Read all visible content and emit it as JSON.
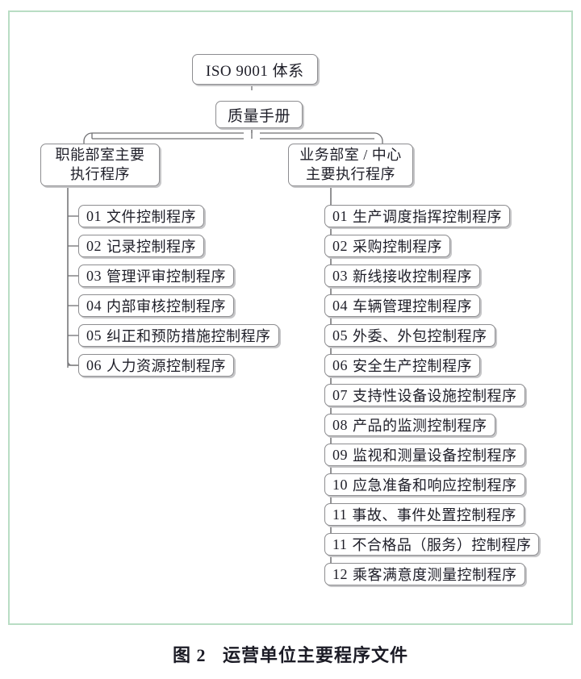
{
  "figure": {
    "caption_label": "图 2",
    "caption_text": "运营单位主要程序文件",
    "frame_color": "#b9ddc4",
    "box_border_color": "#8d8d90",
    "connector_color": "#6f6f72"
  },
  "diagram": {
    "type": "tree",
    "root": {
      "label": "ISO 9001 体系"
    },
    "manual": {
      "label": "质量手册"
    },
    "branches": [
      {
        "id": "functional-departments",
        "label_line1": "职能部室主要",
        "label_line2": "执行程序",
        "items": [
          {
            "num": "01",
            "text": "文件控制程序"
          },
          {
            "num": "02",
            "text": "记录控制程序"
          },
          {
            "num": "03",
            "text": "管理评审控制程序"
          },
          {
            "num": "04",
            "text": "内部审核控制程序"
          },
          {
            "num": "05",
            "text": "纠正和预防措施控制程序"
          },
          {
            "num": "06",
            "text": "人力资源控制程序"
          }
        ]
      },
      {
        "id": "business-departments",
        "label_line1": "业务部室 / 中心",
        "label_line2": "主要执行程序",
        "items": [
          {
            "num": "01",
            "text": "生产调度指挥控制程序"
          },
          {
            "num": "02",
            "text": "采购控制程序"
          },
          {
            "num": "03",
            "text": "新线接收控制程序"
          },
          {
            "num": "04",
            "text": "车辆管理控制程序"
          },
          {
            "num": "05",
            "text": "外委、外包控制程序"
          },
          {
            "num": "06",
            "text": "安全生产控制程序"
          },
          {
            "num": "07",
            "text": "支持性设备设施控制程序"
          },
          {
            "num": "08",
            "text": "产品的监测控制程序"
          },
          {
            "num": "09",
            "text": "监视和测量设备控制程序"
          },
          {
            "num": "10",
            "text": "应急准备和响应控制程序"
          },
          {
            "num": "11",
            "text": "事故、事件处置控制程序"
          },
          {
            "num": "11",
            "text": "不合格品（服务）控制程序"
          },
          {
            "num": "12",
            "text": "乘客满意度测量控制程序"
          }
        ]
      }
    ]
  }
}
